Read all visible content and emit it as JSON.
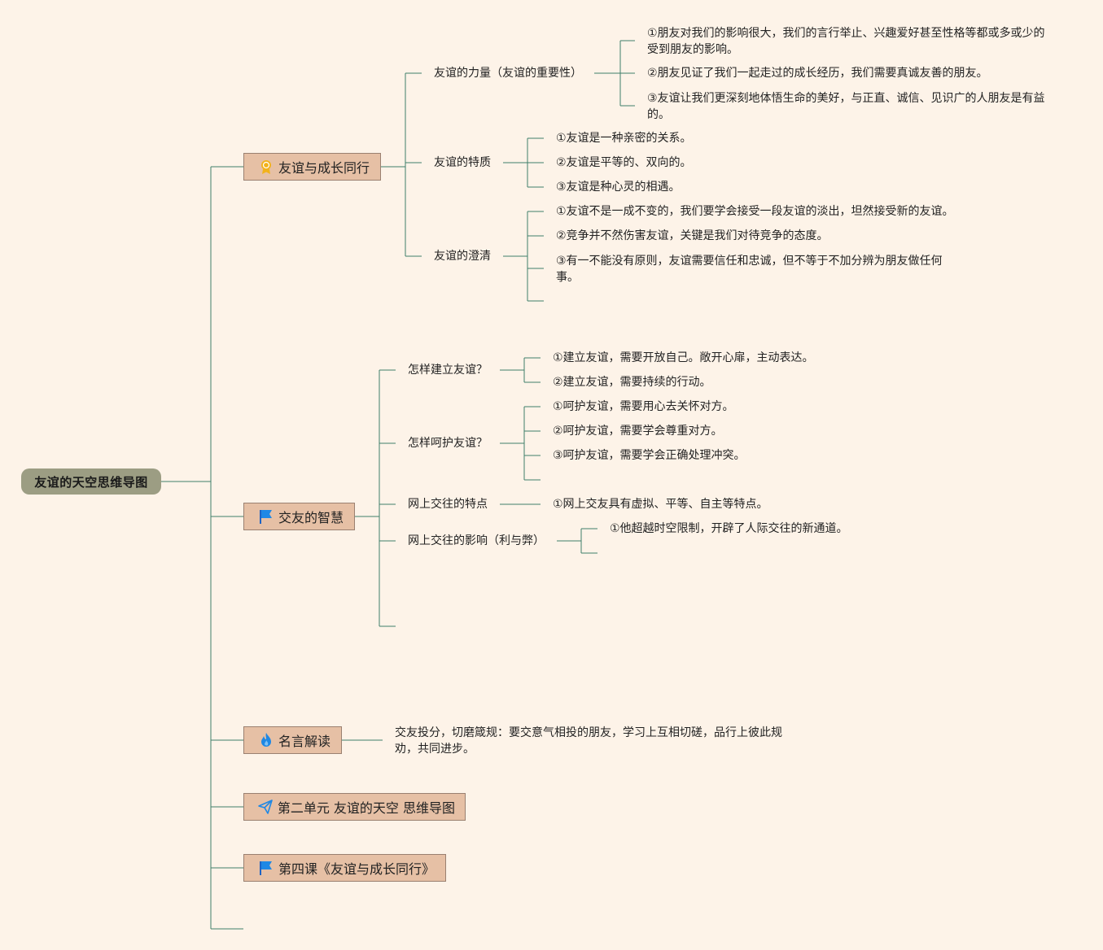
{
  "root": {
    "label": "友谊的天空思维导图"
  },
  "branches": [
    {
      "label": "友谊与成长同行",
      "icon": "medal-icon",
      "subs": [
        {
          "label": "友谊的力量（友谊的重要性）",
          "leaves": [
            "①朋友对我们的影响很大，我们的言行举止、兴趣爱好甚至性格等都或多或少的受到朋友的影响。",
            "②朋友见证了我们一起走过的成长经历，我们需要真诚友善的朋友。",
            "③友谊让我们更深刻地体悟生命的美好，与正直、诚信、见识广的人朋友是有益的。"
          ]
        },
        {
          "label": "友谊的特质",
          "leaves": [
            "①友谊是一种亲密的关系。",
            "②友谊是平等的、双向的。",
            "③友谊是种心灵的相遇。"
          ]
        },
        {
          "label": "友谊的澄清",
          "leaves": [
            "①友谊不是一成不变的，我们要学会接受一段友谊的淡出，坦然接受新的友谊。",
            "②竞争并不然伤害友谊，关键是我们对待竞争的态度。",
            "③有一不能没有原则，友谊需要信任和忠诚，但不等于不加分辨为朋友做任何事。"
          ]
        }
      ]
    },
    {
      "label": "交友的智慧",
      "icon": "flag-icon",
      "subs": [
        {
          "label": "怎样建立友谊？",
          "leaves": [
            "①建立友谊，需要开放自己。敞开心扉，主动表达。",
            "②建立友谊，需要持续的行动。"
          ]
        },
        {
          "label": "怎样呵护友谊？",
          "leaves": [
            "①呵护友谊，需要用心去关怀对方。",
            "②呵护友谊，需要学会尊重对方。",
            "③呵护友谊，需要学会正确处理冲突。"
          ]
        },
        {
          "label": "网上交往的特点",
          "leaves": [
            "①网上交友具有虚拟、平等、自主等特点。"
          ]
        },
        {
          "label": "网上交往的影响（利与弊）",
          "leaves": [
            "①他超越时空限制，开辟了人际交往的新通道。"
          ]
        }
      ]
    },
    {
      "label": "名言解读",
      "icon": "fire-icon",
      "note": "交友投分，切磨箴规：要交意气相投的朋友，学习上互相切磋，品行上彼此规劝，共同进步。"
    },
    {
      "label": "第二单元 友谊的天空 思维导图",
      "icon": "paper-plane-icon"
    },
    {
      "label": "第四课《友谊与成长同行》",
      "icon": "flag-icon"
    }
  ],
  "colors": {
    "background": "#fdf3e8",
    "root": "#9c9d83",
    "branch": "#e6c0a5",
    "line": "#3f7f6a"
  }
}
